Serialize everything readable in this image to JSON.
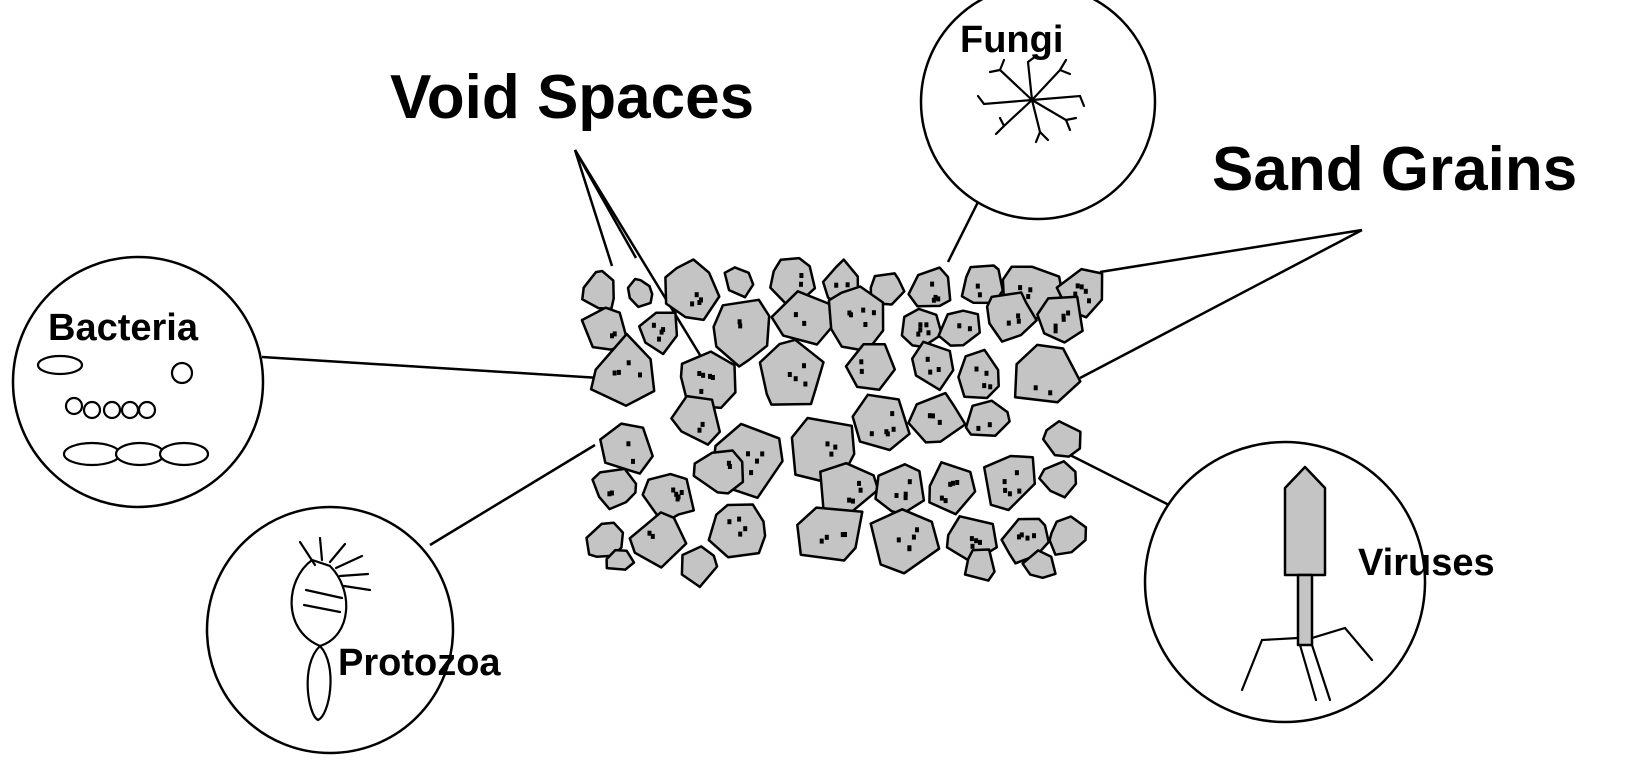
{
  "labels": {
    "void_spaces": "Void Spaces",
    "sand_grains": "Sand Grains",
    "fungi": "Fungi",
    "bacteria": "Bacteria",
    "protozoa": "Protozoa",
    "viruses": "Viruses"
  },
  "colors": {
    "grain_fill": "#c4c4c4",
    "ink": "#000000",
    "background": "#ffffff"
  }
}
